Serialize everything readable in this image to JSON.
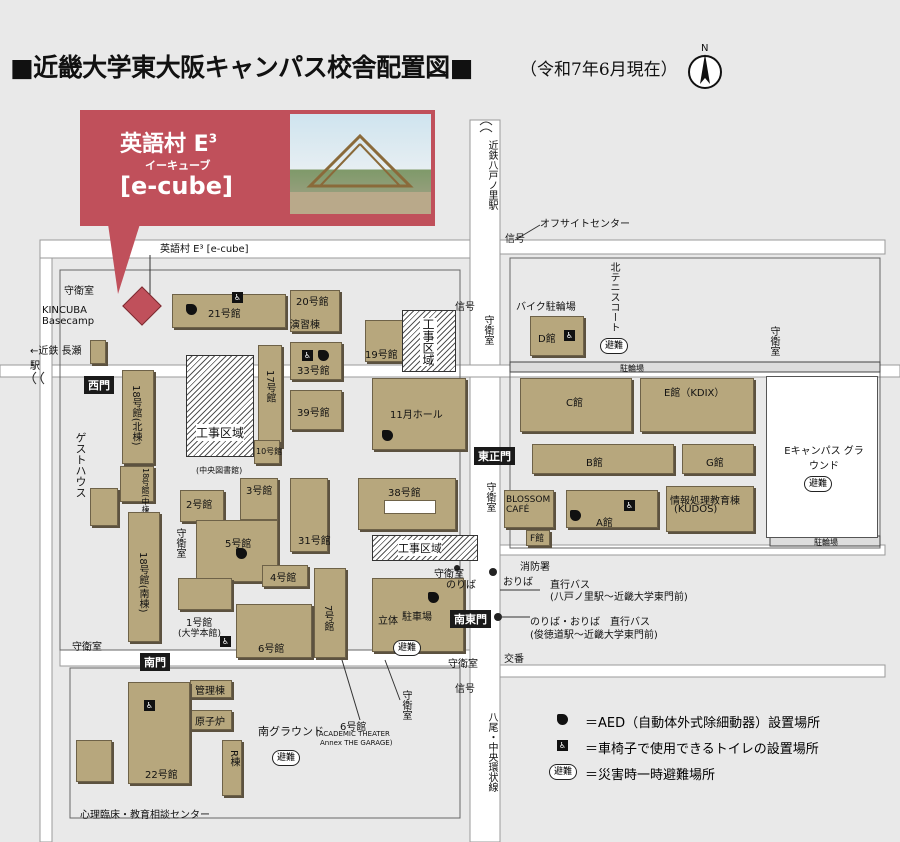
{
  "title": "■近畿大学東大阪キャンパス校舎配置図■",
  "title_sub": "（令和7年6月現在）",
  "north": "N",
  "callout": {
    "name": "英語村 E",
    "sup": "3",
    "ruby": "イーキューブ",
    "latin": "[e-cube]",
    "pin_label": "英語村 E³ [e-cube]"
  },
  "buildings": {
    "b21": "21号館",
    "b20": "20号館",
    "enshu": "演習棟",
    "b19": "19号館",
    "b17": "17号館",
    "b33": "33号館",
    "b39": "39号館",
    "hall11": "11月ホール",
    "b10": "10号館",
    "library": "(中央図書館)",
    "b18n": "18号館(北棟)",
    "b18c": "18号館(中棟)",
    "b18s": "18号館(南棟)",
    "b2": "2号館",
    "b3": "3号館",
    "b5": "5号館",
    "b31": "31号館",
    "b38": "38号館",
    "b4": "4号館",
    "b1": "1号館",
    "b1sub": "(大学本館)",
    "b6": "6号館",
    "b7": "7号館",
    "gym": "立体",
    "parking": "駐車場",
    "kanri": "管理棟",
    "genshiro": "原子炉",
    "r_bldg": "R棟",
    "b22": "22号館",
    "dkan": "D館",
    "ckan": "C館",
    "ekan": "E館（KDIX）",
    "bkan": "B館",
    "gkan": "G館",
    "akan": "A館",
    "info": "情報処理教育棟",
    "info_sub": "(KUDOS)",
    "blossom": "BLOSSOM CAFÉ",
    "fkan": "F館",
    "guest": "ゲストハウス",
    "b6a": "6号館",
    "b6a_sub1": "(ACADEMIC THEATER",
    "b6a_sub2": "Annex THE GARAGE)"
  },
  "areas": {
    "construction": "工事区域",
    "e_ground": "Eキャンパス グラウンド",
    "s_ground": "南グラウンド"
  },
  "gates": {
    "west": "西門",
    "east_main": "東正門",
    "south_east": "南東門",
    "south": "南門"
  },
  "labels": {
    "station_yaenosato": "近鉄八戸ノ里駅",
    "signal": "信号",
    "offsite": "オフサイトセンター",
    "bike": "バイク駐輪場",
    "north_tennis": "北テニスコート",
    "bicycle": "駐輪場",
    "guard": "守衛室",
    "kincuba": "KINCUBA Basecamp",
    "to_nagase": "←近鉄 長瀬駅",
    "fire_station": "消防署",
    "stop": "おりば",
    "stop2": "のりば",
    "bus1": "直行バス",
    "bus1_route": "(八戸ノ里駅～近畿大学東門前)",
    "bus2": "のりば・おりば　直行バス",
    "bus2_route": "(俊徳道駅～近畿大学東門前)",
    "koban": "交番",
    "chuo_road": "八尾・中央環状線",
    "counseling": "心理臨床・教育相談センター",
    "evac": "避難"
  },
  "legend": {
    "aed": "＝AED（自動体外式除細動器）設置場所",
    "wc": "＝車椅子で使用できるトイレの設置場所",
    "evac": "＝災害時一時避難場所",
    "evac_icon": "避難"
  },
  "colors": {
    "building": "#b7a77d",
    "callout": "#c0505b",
    "road": "#ffffff",
    "background": "#e9e9e9"
  }
}
